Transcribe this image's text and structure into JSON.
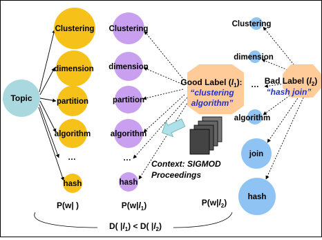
{
  "topic": {
    "label": "Topic",
    "color": "#a9d9df"
  },
  "colors": {
    "topic_words": "#f6c21a",
    "good_words": "#c9a0f0",
    "bad_words": "#8ec3f4",
    "good_hex": "#ffcc99",
    "bad_hex": "#ffcc99",
    "label_quote": "#1f2fd6",
    "arrow": "#000000"
  },
  "columns": {
    "topic_words": [
      "Clustering",
      "dimension",
      "partition",
      "algorithm",
      "…",
      "hash"
    ],
    "good_words": [
      "Clustering",
      "dimension",
      "partition",
      "algorithm",
      "…",
      "hash"
    ],
    "bad_words": [
      "Clustering",
      "dimension",
      "…",
      "algorithm",
      "join",
      "hash"
    ]
  },
  "good_label": {
    "title_prefix": "Good Label (",
    "symbol": "l",
    "subscript": "1",
    "title_suffix": "):",
    "quote_line1": "“clustering",
    "quote_line2": "algorithm”"
  },
  "bad_label": {
    "title_prefix": "Bad Label (",
    "symbol": "l",
    "subscript": "2",
    "title_suffix": ")",
    "quote": "“hash join”"
  },
  "context": {
    "line1": "Context: SIGMOD",
    "line2": "Proceedings"
  },
  "prob_labels": {
    "p_topic": "P(w|  )",
    "p_good_prefix": "P(w|",
    "p_good_sym": "l",
    "p_good_sub": "1",
    "p_good_suffix": ")",
    "p_bad_prefix": "P(w|",
    "p_bad_sym": "l",
    "p_bad_sub": "2",
    "p_bad_suffix": ")"
  },
  "divergence": {
    "part1": "D(  |",
    "sym1": "l",
    "sub1": "1",
    "part2": ") < D(  |",
    "sym2": "l",
    "sub2": "2",
    "part3": ")"
  }
}
